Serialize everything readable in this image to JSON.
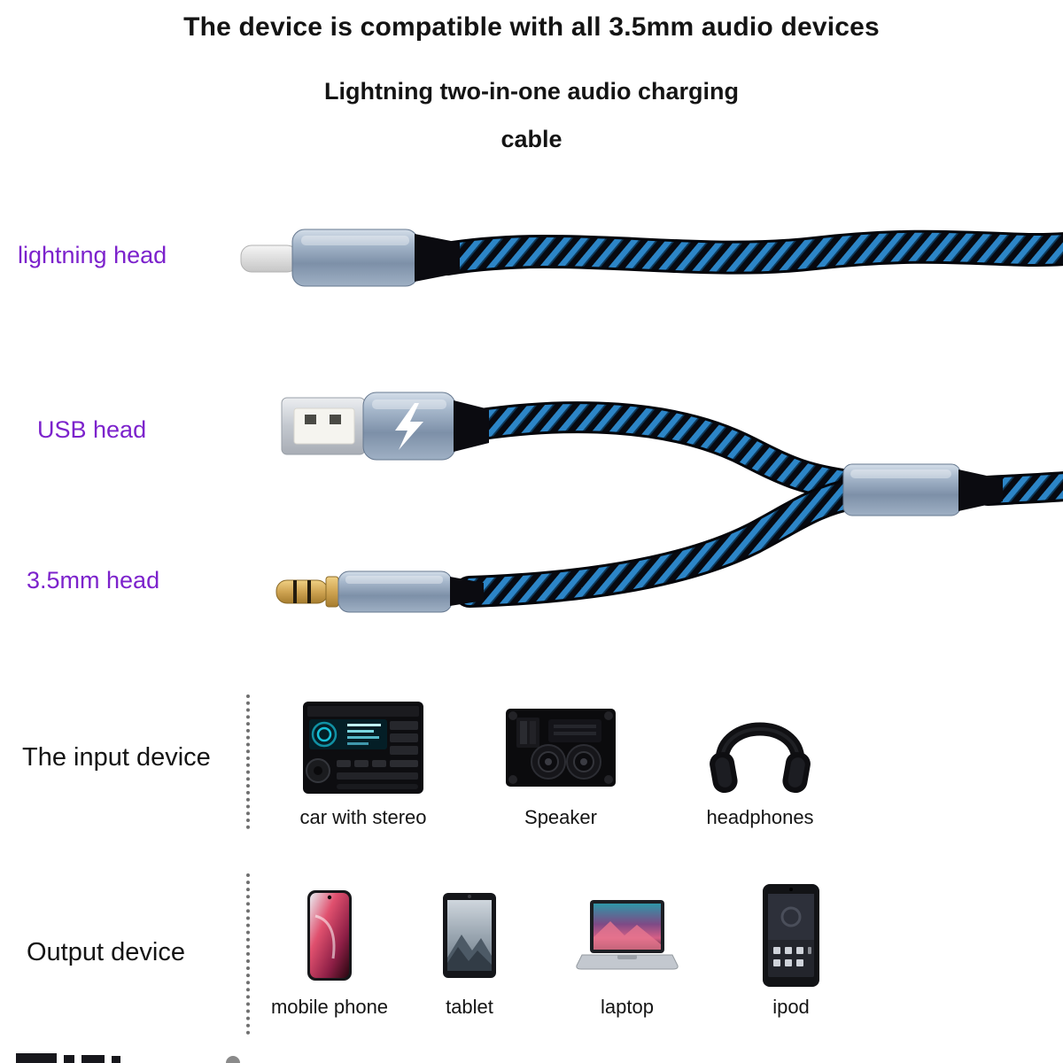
{
  "header": {
    "title": "The device is compatible with all 3.5mm audio devices",
    "subtitle_line1": "Lightning two-in-one audio charging",
    "subtitle_line2": "cable"
  },
  "cable_labels": {
    "lightning": "lightning head",
    "usb": "USB head",
    "jack": "3.5mm head"
  },
  "sections": {
    "input": {
      "label": "The input device",
      "items": [
        {
          "icon": "car-stereo-icon",
          "label": "car with stereo"
        },
        {
          "icon": "speaker-icon",
          "label": "Speaker"
        },
        {
          "icon": "headphones-icon",
          "label": "headphones"
        }
      ]
    },
    "output": {
      "label": "Output device",
      "items": [
        {
          "icon": "mobile-phone-icon",
          "label": "mobile phone"
        },
        {
          "icon": "tablet-icon",
          "label": "tablet"
        },
        {
          "icon": "laptop-icon",
          "label": "laptop"
        },
        {
          "icon": "ipod-icon",
          "label": "ipod"
        }
      ]
    }
  },
  "colors": {
    "background": "#ffffff",
    "label_purple": "#7c22cc",
    "text_black": "#141414",
    "cable_braid_blue": "#2c85c7",
    "cable_braid_dark": "#070910",
    "connector_metal_blue": "#8fa3bd",
    "usb_shell_silver": "#c3c8cf",
    "jack_gold": "#cfa452"
  }
}
